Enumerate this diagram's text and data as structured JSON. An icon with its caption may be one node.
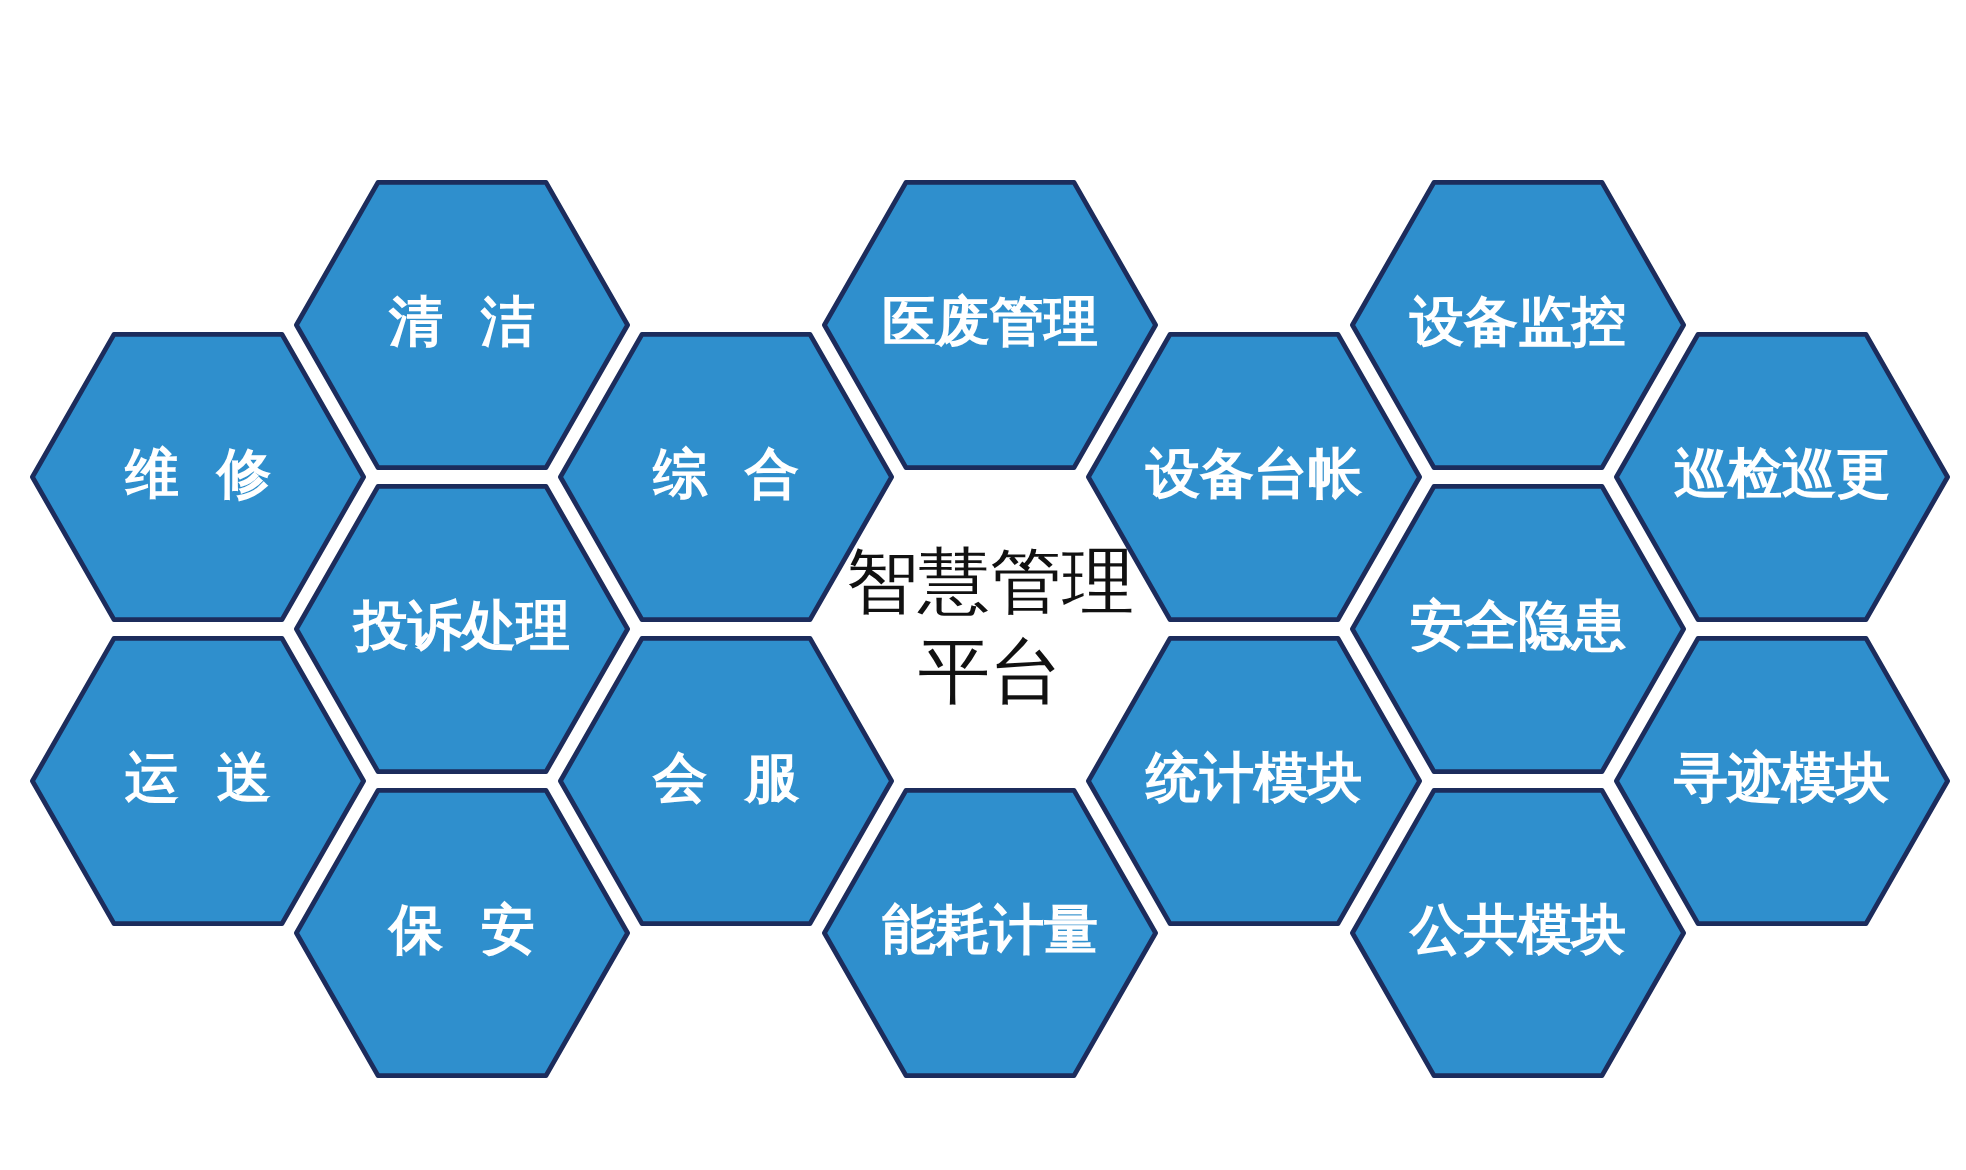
{
  "diagram": {
    "nodes": [
      {
        "text": [
          "清 洁"
        ]
      },
      {
        "text": [
          "医废管理"
        ]
      },
      {
        "text": [
          "设备监控"
        ]
      },
      {
        "text": [
          "维 修"
        ]
      },
      {
        "text": [
          "综 合"
        ]
      },
      {
        "text": [
          "设备台帐"
        ]
      },
      {
        "text": [
          "巡检巡更"
        ]
      },
      {
        "text": [
          "投诉处理"
        ]
      },
      {
        "text": [
          "智慧管理平台"
        ]
      },
      {
        "text": [
          "安全隐患"
        ]
      },
      {
        "text": [
          "运 送"
        ]
      },
      {
        "text": [
          "会 服"
        ]
      },
      {
        "text": [
          "统计模块"
        ]
      },
      {
        "text": [
          "寻迹模块"
        ]
      },
      {
        "text": [
          "保 安"
        ]
      },
      {
        "text": [
          "能耗计量"
        ]
      },
      {
        "text": [
          "公共模块"
        ]
      }
    ],
    "edges": []
  }
}
